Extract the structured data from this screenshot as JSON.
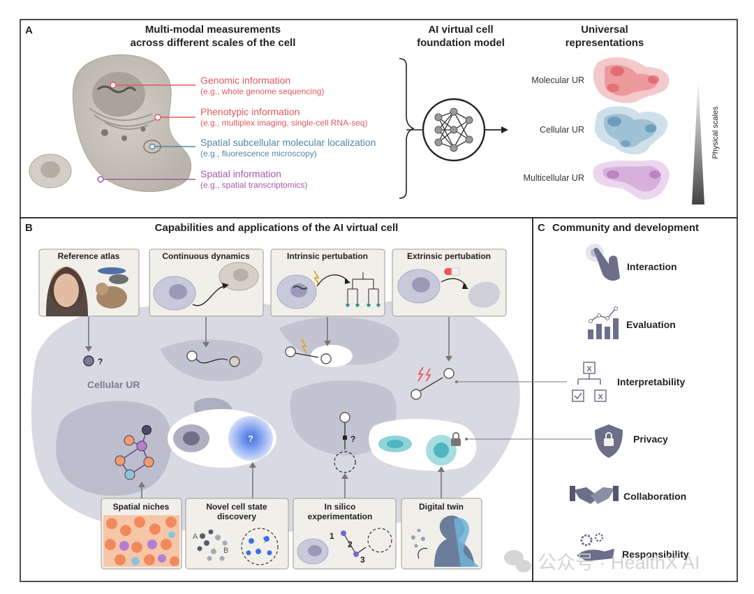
{
  "panelA": {
    "letter": "A",
    "measurements_title": [
      "Multi-modal measurements",
      "across different scales of the cell"
    ],
    "model_title": [
      "AI virtual cell",
      "foundation model"
    ],
    "ur_title": [
      "Universal",
      "representations"
    ],
    "info": [
      {
        "title": "Genomic information",
        "example": "(e.g., whole genome sequencing)",
        "color": "#e0595f"
      },
      {
        "title": "Phenotypic information",
        "example": "(e.g., multiplex imaging, single-cell RNA-seq)",
        "color": "#e0595f"
      },
      {
        "title": "Spatial subcellular molecular localization",
        "example": "(e.g., fluorescence microscopy)",
        "color": "#4f86a8"
      },
      {
        "title": "Spatial information",
        "example": "(e.g., spatial transcriptomics)",
        "color": "#a25aa8"
      }
    ],
    "ur_labels": [
      "Molecular UR",
      "Cellular UR",
      "Multicellular UR"
    ],
    "scale_label": "Physical scales"
  },
  "panelB": {
    "letter": "B",
    "title": "Capabilities and applications of the AI virtual cell",
    "top_cards": [
      "Reference atlas",
      "Continuous dynamics",
      "Intrinsic pertubation",
      "Extrinsic pertubation"
    ],
    "map_label": "Cellular UR",
    "bottom_cards": [
      [
        "Spatial niches"
      ],
      [
        "Novel cell state",
        "discovery"
      ],
      [
        "In silico",
        "experimentation"
      ],
      [
        "Digital twin"
      ]
    ],
    "question_mark": "?",
    "discovery_letters": [
      "A",
      "B"
    ],
    "steps": [
      "1",
      "2",
      "3"
    ]
  },
  "panelC": {
    "letter": "C",
    "title": "Community and development",
    "items": [
      "Interaction",
      "Evaluation",
      "Interpretability",
      "Privacy",
      "Collaboration",
      "Responsibility"
    ],
    "x_mark": "X"
  },
  "watermark": "公众号 · HealthX AI",
  "colors": {
    "red": "#e0595f",
    "blue": "#4f86a8",
    "purple": "#a25aa8",
    "landscape": "#d9d9e3",
    "card": "#f1efea"
  }
}
